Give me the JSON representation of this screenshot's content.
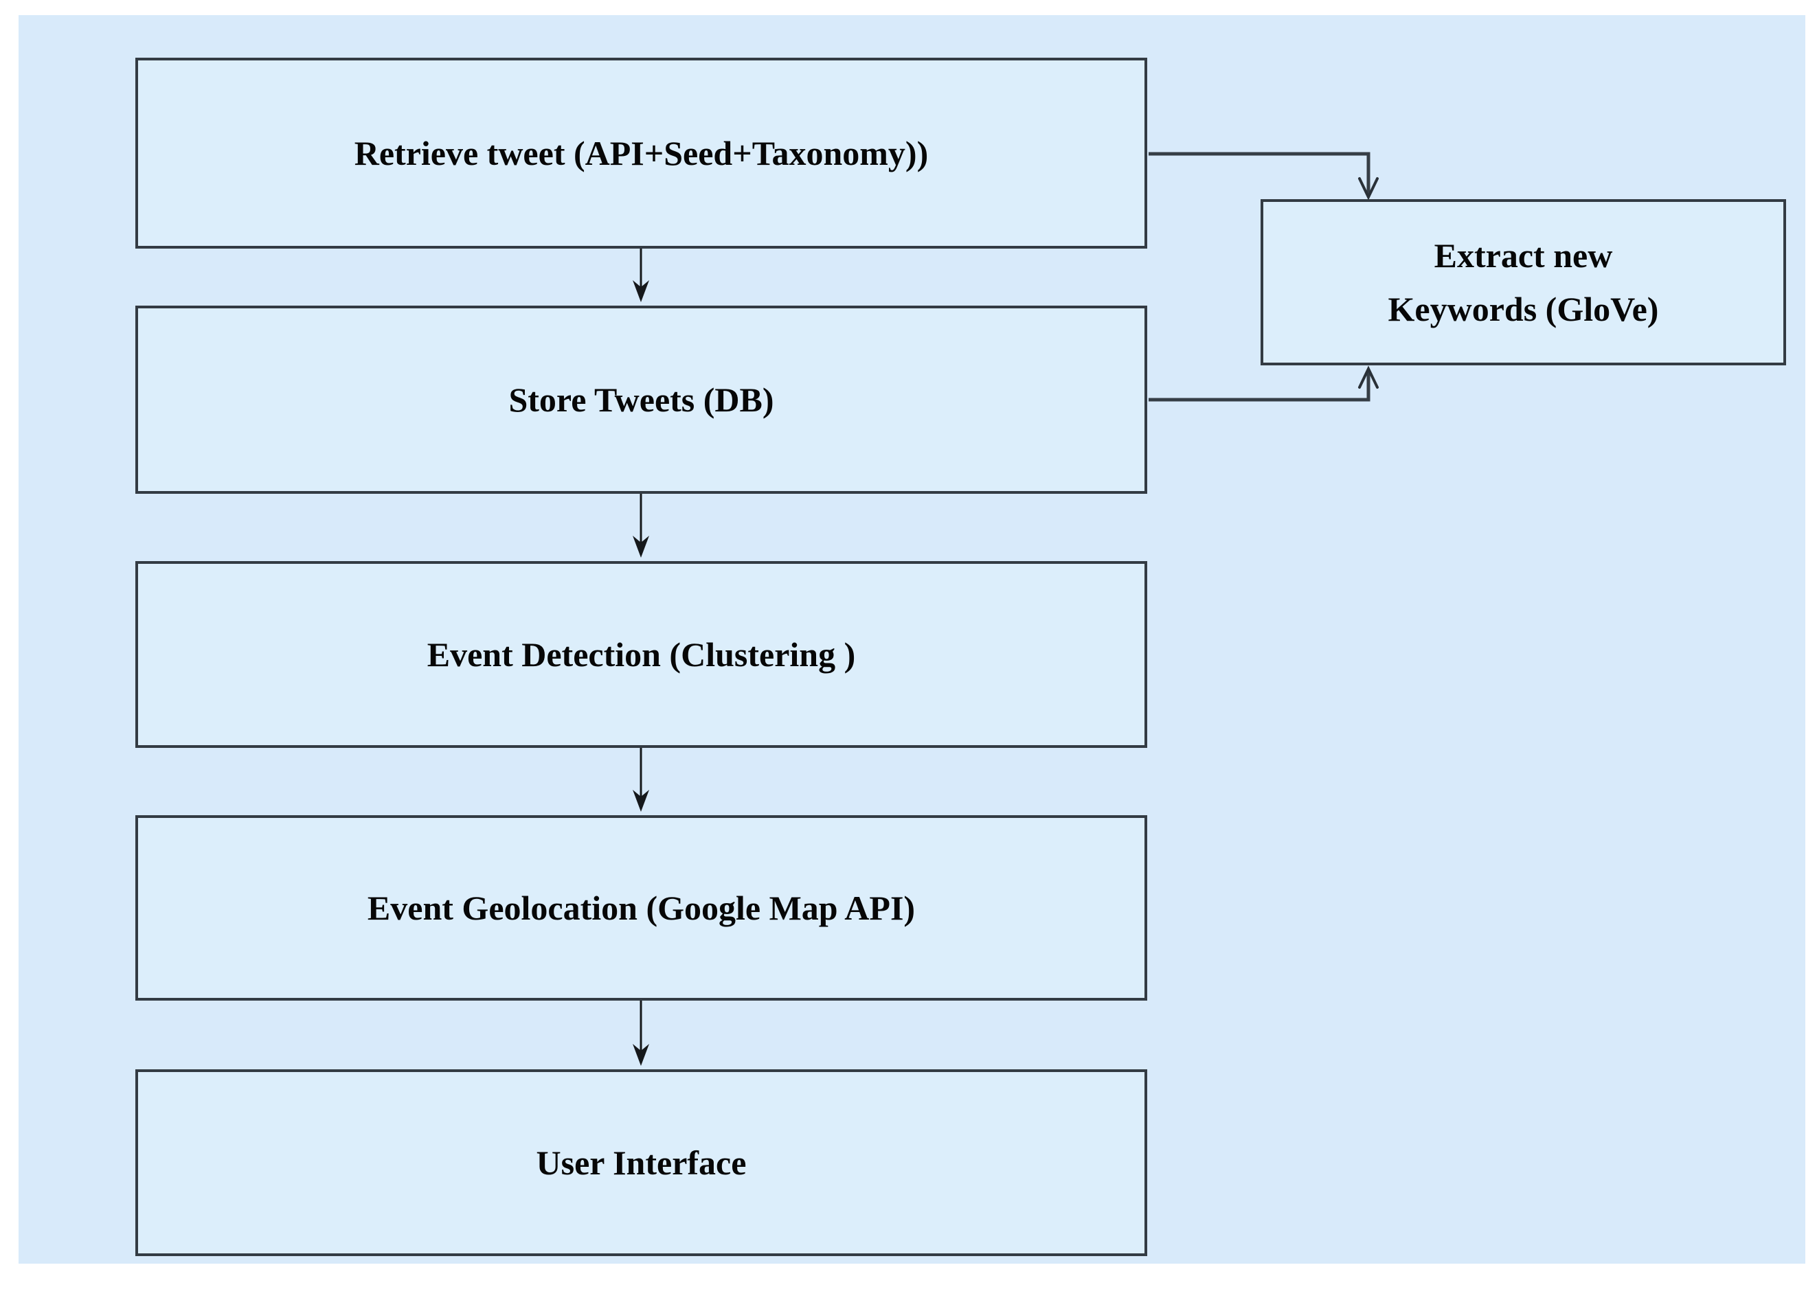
{
  "diagram": {
    "type": "flowchart",
    "colors": {
      "page_background": "#ffffff",
      "panel_background": "#d8eafa",
      "node_fill": "#dceefb",
      "node_border": "#333b43",
      "text": "#070707"
    },
    "nodes": [
      {
        "id": "retrieve-tweet",
        "label": "Retrieve tweet (API+Seed+Taxonomy))"
      },
      {
        "id": "store-tweets",
        "label": "Store Tweets (DB)"
      },
      {
        "id": "event-detection",
        "label": "Event Detection (Clustering )"
      },
      {
        "id": "event-geolocation",
        "label": "Event Geolocation (Google Map API)"
      },
      {
        "id": "user-interface",
        "label": "User Interface"
      }
    ],
    "side_node": {
      "id": "extract-keywords",
      "label_line1": "Extract new",
      "label_line2": "Keywords (GloVe)"
    },
    "edges": [
      {
        "from": "retrieve-tweet",
        "to": "store-tweets",
        "style": "straight-down-arrow"
      },
      {
        "from": "store-tweets",
        "to": "event-detection",
        "style": "straight-down-arrow"
      },
      {
        "from": "event-detection",
        "to": "event-geolocation",
        "style": "straight-down-arrow"
      },
      {
        "from": "event-geolocation",
        "to": "user-interface",
        "style": "straight-down-arrow"
      },
      {
        "from": "retrieve-tweet",
        "to": "extract-keywords",
        "style": "elbow-right-then-down"
      },
      {
        "from": "store-tweets",
        "to": "extract-keywords",
        "style": "elbow-right-then-up"
      }
    ]
  }
}
